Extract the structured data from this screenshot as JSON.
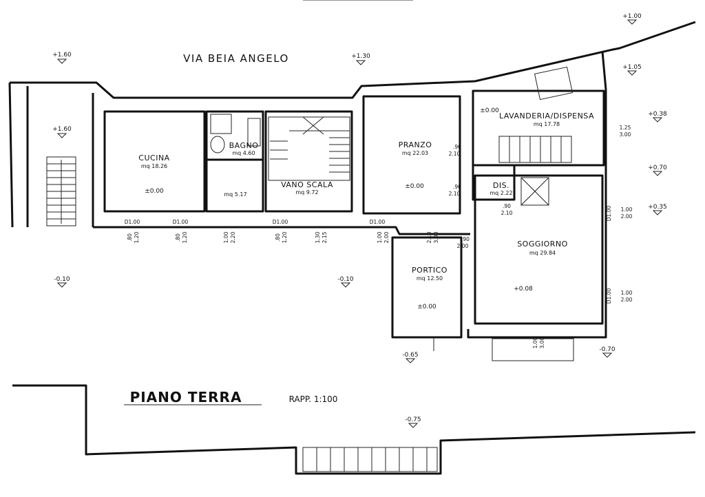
{
  "plan": {
    "street": "VIA BEIA ANGELO",
    "title": "PIANO TERRA",
    "scale": "RAPP. 1:100"
  },
  "rooms": {
    "cucina": {
      "name": "CUCINA",
      "area": "mq 18.26",
      "level": "±0.00"
    },
    "bagno": {
      "name": "BAGNO",
      "area": "mq 4.60"
    },
    "disimpegno": {
      "area": "mq 5.17"
    },
    "vano_scala": {
      "name": "VANO SCALA",
      "area": "mq 9.72"
    },
    "pranzo": {
      "name": "PRANZO",
      "area": "mq 22.03",
      "level": "±0.00"
    },
    "lavanderia": {
      "name": "LAVANDERIA/DISPENSA",
      "area": "mq 17.78",
      "level": "±0.00"
    },
    "dis": {
      "name": "DIS.",
      "area": "mq 2.22"
    },
    "soggiorno": {
      "name": "SOGGIORNO",
      "area": "mq 29.84",
      "level": "+0.08"
    },
    "portico": {
      "name": "PORTICO",
      "area": "mq 12.50",
      "level": "±0.00"
    }
  },
  "levels": {
    "l_top_left": "+1.60",
    "l_top_mid": "+1.30",
    "l_top_right": "+1.00",
    "l_side_left": "+1.60",
    "l_right_105": "+1.05",
    "l_right_038": "+0.38",
    "l_right_070": "+0.70",
    "l_right_035": "+0.35",
    "l_out_left": "-0.10",
    "l_out_mid": "-0.10",
    "l_portico_low": "-0.65",
    "l_soggiorno_out": "-0.70",
    "l_bottom": "-0.75"
  },
  "windows": {
    "w1": "D1.00",
    "w2": "D1.00",
    "w3": "D1.00",
    "w4": "D1.00"
  },
  "dims": {
    "d_80_120_a": [
      ".80",
      "1.20"
    ],
    "d_80_120_b": [
      ".80",
      "1.20"
    ],
    "d_100_220": [
      "1.00",
      "2.20"
    ],
    "d_80_120_c": [
      ".80",
      "1.20"
    ],
    "d_130_215": [
      "1.30",
      "2.15"
    ],
    "d_100_200_a": [
      "1.00",
      "2.00"
    ],
    "d_210_300": [
      "2.10",
      "3.00"
    ],
    "d_90_210_a": [
      ".90",
      "2.10"
    ],
    "d_90_210_b": [
      ".90",
      "2.10"
    ],
    "d_90_210_c": [
      ".90",
      "2.10"
    ],
    "d_90_200": [
      ".90",
      "2.00"
    ],
    "d_125_300": [
      "1.25",
      "3.00"
    ],
    "d_100_200_r1": [
      "1.00",
      "2.00"
    ],
    "d_100_200_r2": [
      "1.00",
      "2.00"
    ],
    "d_100_300": [
      "1.00",
      "3.00"
    ]
  }
}
